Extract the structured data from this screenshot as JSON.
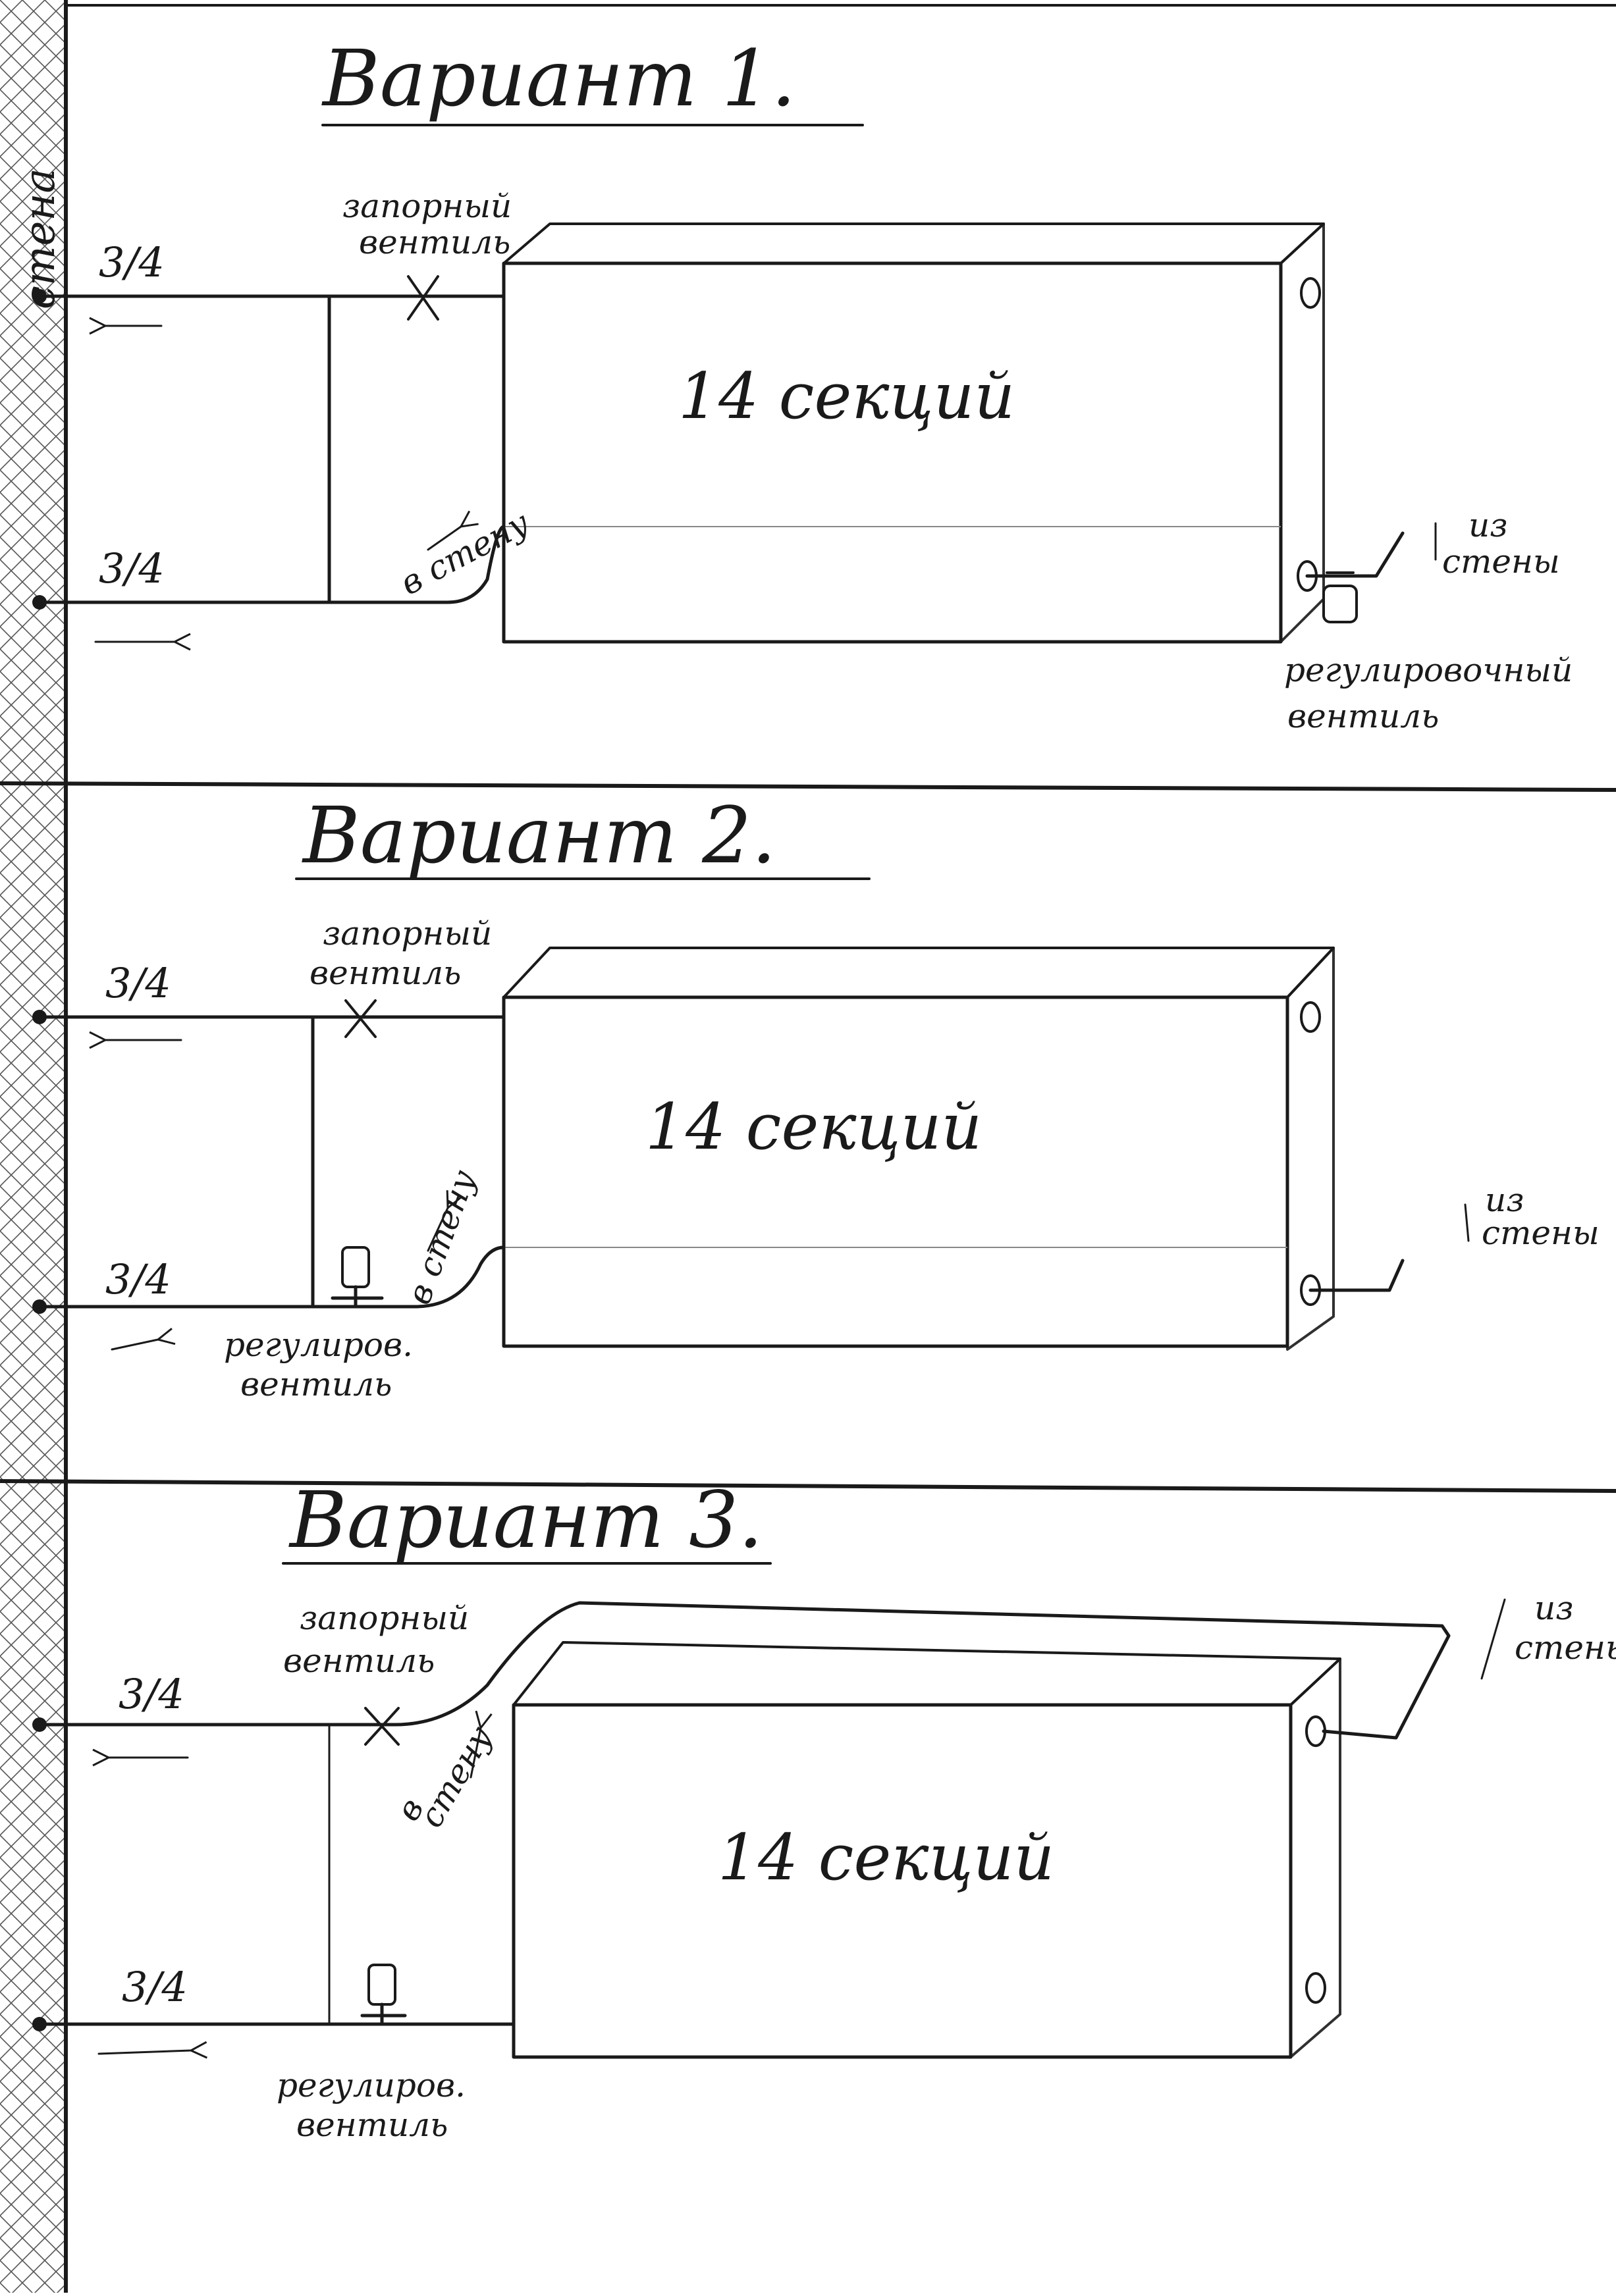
{
  "wall_label": "стена",
  "variants": [
    {
      "title": "Вариант 1.",
      "sections": "14 секций",
      "size_top": "3/4",
      "size_bottom": "3/4",
      "shutoff_line1": "запорный",
      "shutoff_line2": "вентиль",
      "into_wall": "в стену",
      "from_wall_1": "из",
      "from_wall_2": "стены",
      "regulating_line1": "регулировочный",
      "regulating_line2": "вентиль"
    },
    {
      "title": "Вариант 2.",
      "sections": "14 секций",
      "size_top": "3/4",
      "size_bottom": "3/4",
      "shutoff_line1": "запорный",
      "shutoff_line2": "вентиль",
      "into_wall": "в стену",
      "from_wall_1": "из",
      "from_wall_2": "стены",
      "regulating_line1": "регулиров.",
      "regulating_line2": "вентиль"
    },
    {
      "title": "Вариант 3.",
      "sections": "14 секций",
      "size_top": "3/4",
      "size_bottom": "3/4",
      "shutoff_line1": "запорный",
      "shutoff_line2": "вентиль",
      "into_wall_1": "в",
      "into_wall_2": "стену",
      "from_wall_1": "из",
      "from_wall_2": "стены",
      "regulating_line1": "регулиров.",
      "regulating_line2": "вентиль"
    }
  ]
}
